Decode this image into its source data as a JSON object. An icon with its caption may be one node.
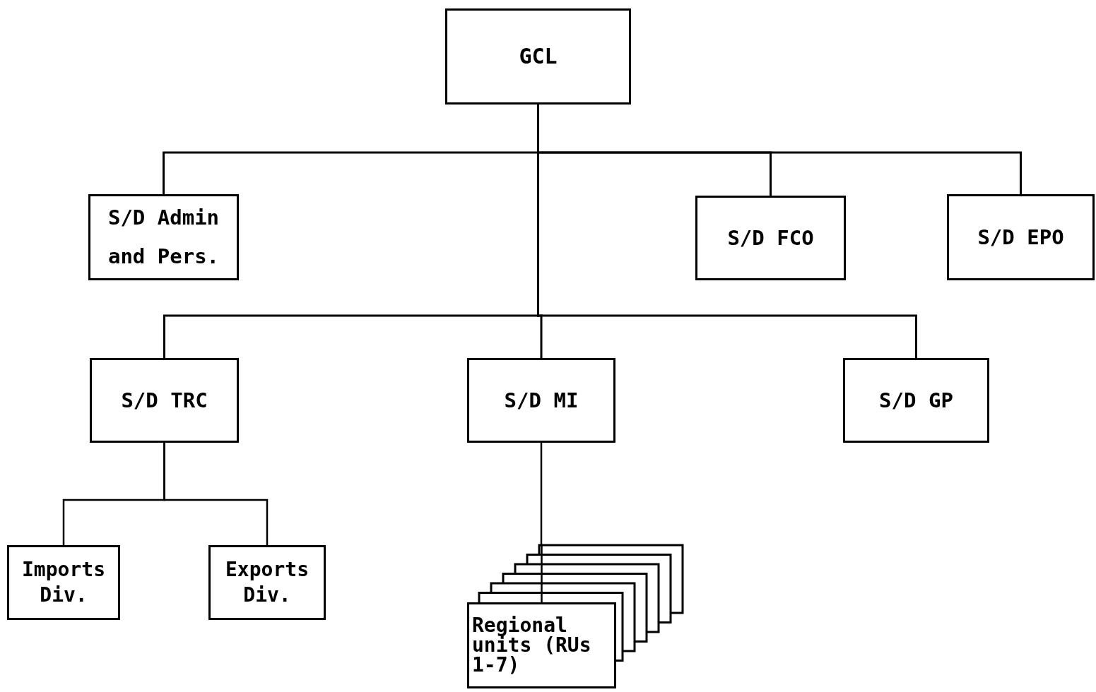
{
  "diagram": {
    "nodes": [
      {
        "text": [
          "GCL"
        ]
      },
      {
        "text": [
          "S/D Admin and Pers."
        ]
      },
      {
        "text": [
          "S/D FCO"
        ]
      },
      {
        "text": [
          "S/D EPO"
        ]
      },
      {
        "text": [
          "S/D TRC"
        ]
      },
      {
        "text": [
          "S/D MI"
        ]
      },
      {
        "text": [
          "S/D GP"
        ]
      },
      {
        "text": [
          "Imports Div."
        ]
      },
      {
        "text": [
          "Exports Div."
        ]
      },
      {
        "text": [
          "Regional units (RUs 1-7)"
        ]
      }
    ],
    "edges": [
      {
        "from": 0,
        "to": 1,
        "arrow": "none"
      },
      {
        "from": 0,
        "to": 2,
        "arrow": "none"
      },
      {
        "from": 0,
        "to": 3,
        "arrow": "none"
      },
      {
        "from": 0,
        "to": 4,
        "arrow": "none"
      },
      {
        "from": 0,
        "to": 5,
        "arrow": "none"
      },
      {
        "from": 0,
        "to": 6,
        "arrow": "none"
      },
      {
        "from": 4,
        "to": 7,
        "arrow": "none"
      },
      {
        "from": 4,
        "to": 8,
        "arrow": "none"
      },
      {
        "from": 5,
        "to": 9,
        "arrow": "none"
      }
    ]
  }
}
